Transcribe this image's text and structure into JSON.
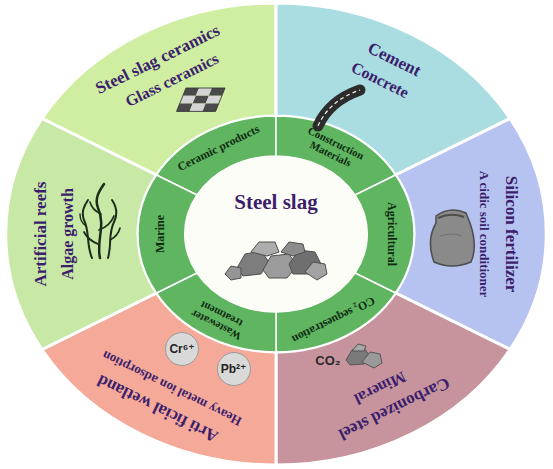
{
  "diagram": {
    "nodes": [
      {
        "text": [
          "Steel slag"
        ]
      },
      {
        "text": [
          "Steel slag ceramics",
          "Glass ceramics",
          "Ceramic products"
        ]
      },
      {
        "text": [
          "Cement",
          "Concrete",
          "Construction Materials"
        ]
      },
      {
        "text": [
          "Silicon fertilizer",
          "A cidic soil conditioner",
          "Agricultural"
        ]
      },
      {
        "text": [
          "Carbonized steel",
          "Mineral",
          "CO₂ sequestration"
        ]
      },
      {
        "text": [
          "Arti ficial wetland",
          "Heavy metal ion adsorption",
          "Wastewater treatment"
        ]
      },
      {
        "text": [
          "Cr⁶⁺"
        ],
        "in": 5
      },
      {
        "text": [
          "Pb²⁺"
        ],
        "in": 5
      },
      {
        "text": [
          "Artificial reefs",
          "Algae growth",
          "Marine"
        ]
      }
    ],
    "labels": [
      "CO₂"
    ]
  }
}
